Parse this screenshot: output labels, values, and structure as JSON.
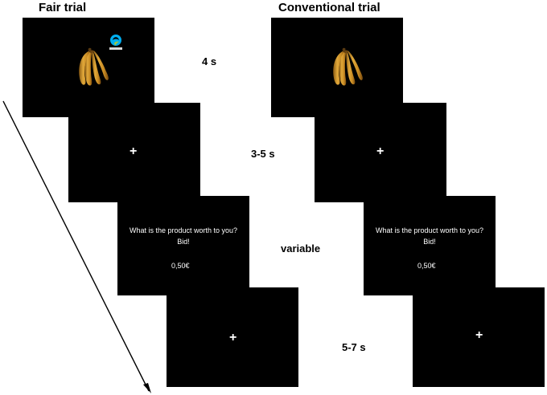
{
  "headings": {
    "fair_trial": "Fair trial",
    "conventional_trial": "Conventional trial"
  },
  "timings": {
    "product_display": "4 s",
    "fixation_1": "3-5 s",
    "bid": "variable",
    "fixation_2": "5-7 s"
  },
  "bid_screen": {
    "question": "What is the product worth to you?",
    "instruction": "Bid!",
    "value": "0,50€"
  },
  "fixation_symbol": "+",
  "logo_text": "FAIRTRADE",
  "colors": {
    "screen_background": "#000000",
    "banana_yellow": "#d89a2a",
    "fairtrade_blue": "#00aeef",
    "fairtrade_green": "#a5c63b",
    "fairtrade_yellow": "#ffdd00"
  },
  "icons": {
    "product": "banana-bunch-icon",
    "label": "fairtrade-logo-icon",
    "time_axis": "time-arrow-icon"
  }
}
